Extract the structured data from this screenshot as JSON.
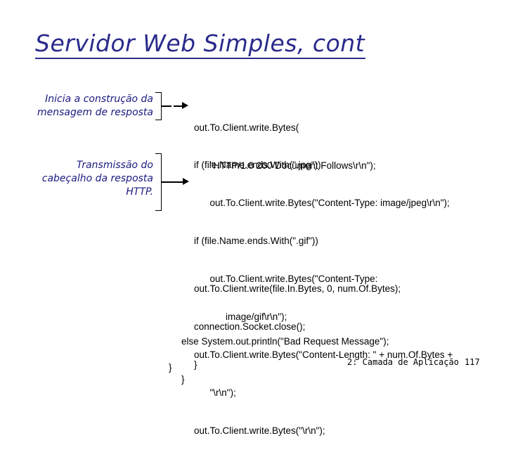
{
  "slide": {
    "title": "Servidor Web Simples, cont",
    "labels": {
      "response_start": [
        "Inicia a construção da",
        "mensagem  de resposta"
      ],
      "header_transmission": [
        "Transmissão do",
        "cabeçalho da resposta",
        "HTTP."
      ]
    },
    "code": {
      "block1": [
        "out.To.Client.write.Bytes(",
        "      \"HTTP/1.0 200 Document Follows\\r\\n\");"
      ],
      "block2": [
        "if (file.Name.ends.With(\".jpg\"))",
        "      out.To.Client.write.Bytes(\"Content-Type: image/jpeg\\r\\n\");",
        "if (file.Name.ends.With(\".gif\"))",
        "      out.To.Client.write.Bytes(\"Content-Type:",
        "            image/gif\\r\\n\");",
        "out.To.Client.write.Bytes(\"Content-Length: \" + num.Of.Bytes +",
        "      \"\\r\\n\");",
        "out.To.Client.write.Bytes(\"\\r\\n\");"
      ],
      "block3": [
        "out.To.Client.write(file.In.Bytes, 0, num.Of.Bytes);",
        "connection.Socket.close();",
        "}"
      ],
      "block4": [
        "else System.out.println(\"Bad Request Message\");",
        "}"
      ],
      "block5": [
        "}"
      ]
    },
    "footer": {
      "chapter": "2: Camada de Aplicação",
      "page": "117"
    }
  }
}
